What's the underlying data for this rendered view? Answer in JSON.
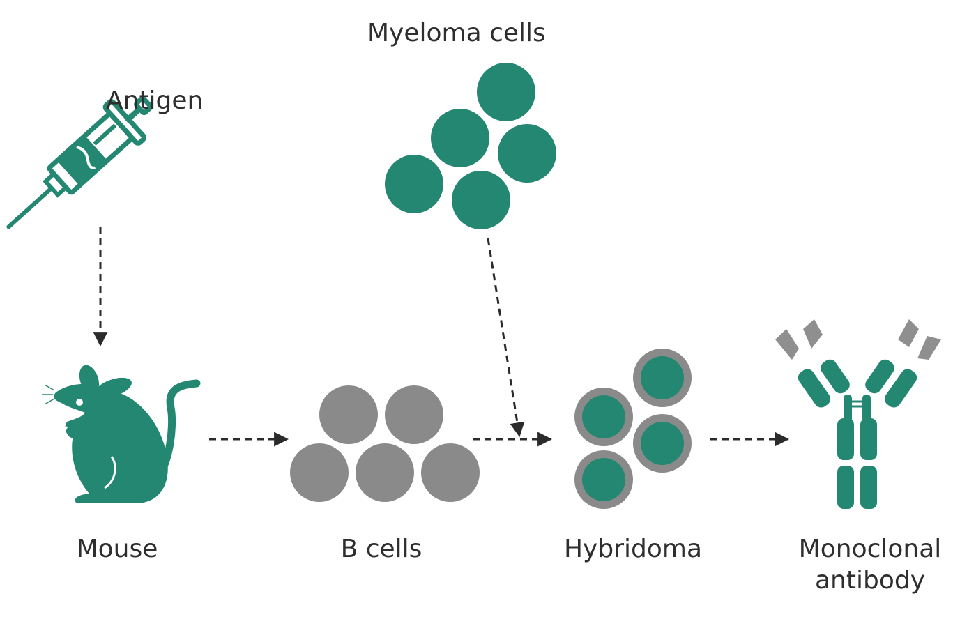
{
  "colors": {
    "green": "#238771",
    "gray": "#8a8a8a",
    "light_gray": "#8f8f8f",
    "arrow": "#2b2b2b",
    "text": "#2e2e2e"
  },
  "labels": {
    "antigen": "Antigen",
    "myeloma": "Myeloma cells",
    "mouse": "Mouse",
    "bcells": "B cells",
    "hybridoma": "Hybridoma",
    "antibody_line1": "Monoclonal",
    "antibody_line2": "antibody"
  },
  "icons": {
    "syringe": "syringe-icon",
    "mouse": "mouse-icon",
    "antibody": "antibody-icon"
  }
}
